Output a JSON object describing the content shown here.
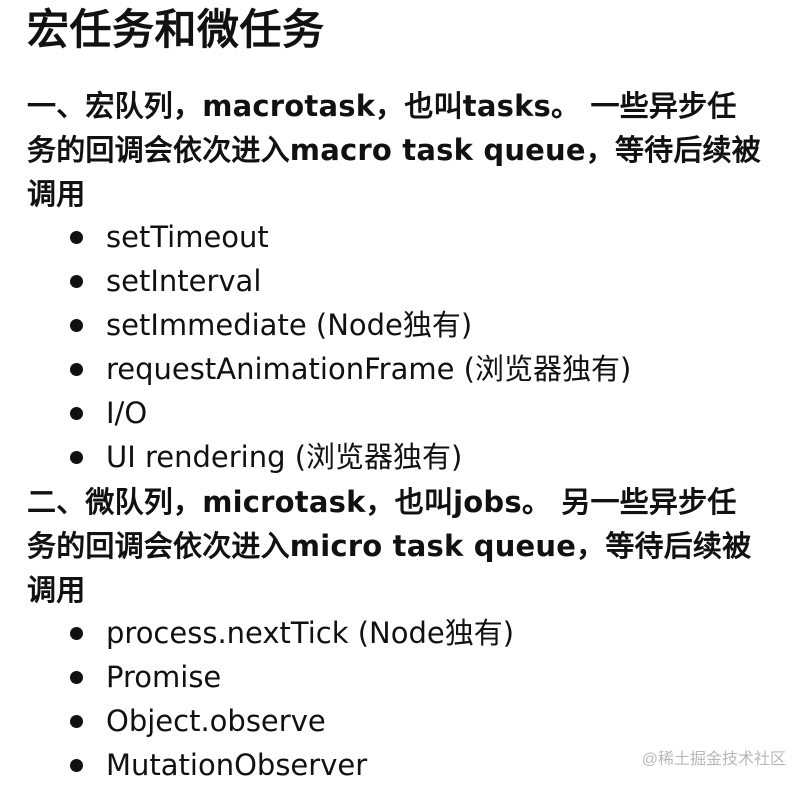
{
  "page": {
    "title": "宏任务和微任务"
  },
  "sections": [
    {
      "heading_lines": [
        "一、宏队列，macrotask，也叫tasks。 一些异步任",
        "务的回调会依次进入macro task queue，等待后续被",
        "调用"
      ],
      "items": [
        "setTimeout",
        "setInterval",
        "setImmediate (Node独有)",
        "requestAnimationFrame (浏览器独有)",
        "I/O",
        "UI rendering (浏览器独有)"
      ]
    },
    {
      "heading_lines": [
        "二、微队列，microtask，也叫jobs。 另一些异步任",
        "务的回调会依次进入micro task queue，等待后续被",
        "调用"
      ],
      "items": [
        "process.nextTick (Node独有)",
        "Promise",
        "Object.observe",
        "MutationObserver"
      ]
    }
  ],
  "watermark": "@稀土掘金技术社区",
  "colors": {
    "background": "#ffffff",
    "text": "#111111",
    "watermark": "#b8b8b8"
  }
}
